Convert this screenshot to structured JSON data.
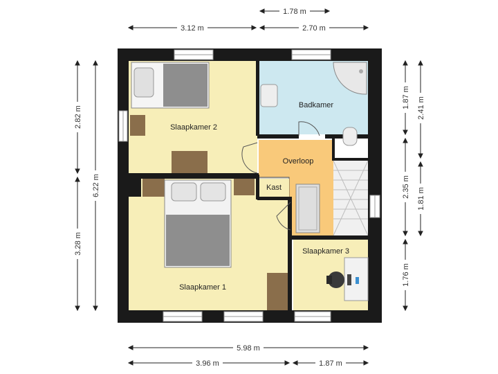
{
  "colors": {
    "wall": "#1a1a1a",
    "bedroom_floor": "#f7eeb8",
    "bathroom_floor": "#cde8f0",
    "landing_floor": "#f9c97a",
    "closet_floor": "#cfcfcf",
    "stairs_floor": "#f0f0f0",
    "furniture_wood": "#8a6e4b",
    "bed_cover": "#8e8e8e",
    "dimension_line": "#222222"
  },
  "rooms": {
    "slaapkamer_2": "Slaapkamer 2",
    "badkamer": "Badkamer",
    "overloop": "Overloop",
    "kast": "Kast",
    "slaapkamer_1": "Slaapkamer 1",
    "slaapkamer_3": "Slaapkamer 3"
  },
  "dimensions": {
    "top_stairs": "1.78 m",
    "top_left": "3.12 m",
    "top_right": "2.70 m",
    "left_upper": "2.82 m",
    "left_lower": "3.28 m",
    "left_total": "6.22 m",
    "right_bath": "1.87 m",
    "right_upper_total": "2.41 m",
    "right_middle": "2.35 m",
    "right_stairs": "1.81 m",
    "right_bedroom3": "1.76 m",
    "bottom_total": "5.98 m",
    "bottom_left": "3.96 m",
    "bottom_right": "1.87 m"
  }
}
